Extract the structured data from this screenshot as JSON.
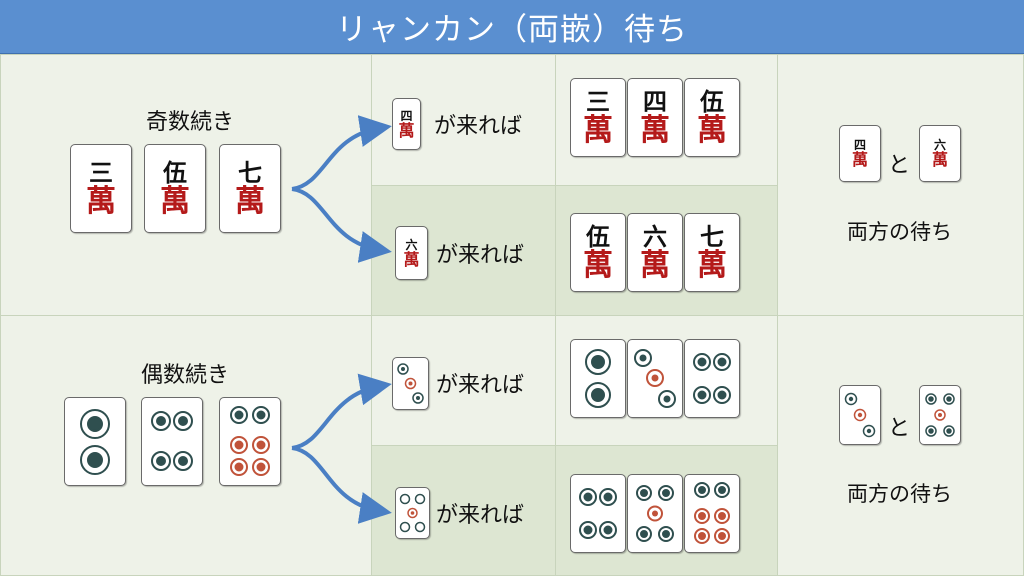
{
  "title": "リャンカン（両嵌）待ち",
  "manzu_suffix": "萬",
  "sections": [
    {
      "label": "奇数続き",
      "hand": [
        "三",
        "伍",
        "七"
      ],
      "cases": [
        {
          "draw": "四",
          "phrase": "が来れば",
          "result": [
            "三",
            "四",
            "伍"
          ]
        },
        {
          "draw": "六",
          "phrase": "が来れば",
          "result": [
            "伍",
            "六",
            "七"
          ]
        }
      ],
      "waits": [
        "四",
        "六"
      ],
      "connector": "と",
      "summary": "両方の待ち"
    },
    {
      "label": "偶数続き",
      "hand": [
        "2p",
        "4p",
        "6p"
      ],
      "cases": [
        {
          "draw": "3p",
          "phrase": "が来れば",
          "result": [
            "2p",
            "3p",
            "4p"
          ]
        },
        {
          "draw": "5p",
          "phrase": "が来れば",
          "result": [
            "4p",
            "5p",
            "6p"
          ]
        }
      ],
      "waits": [
        "3p",
        "5p"
      ],
      "connector": "と",
      "summary": "両方の待ち"
    }
  ],
  "colors": {
    "title_bg": "#5a8fd0",
    "arrow": "#4a7fc4",
    "man_red": "#b41a1a",
    "pin_dark": "#2f4f4f",
    "pin_red": "#c0533a"
  }
}
